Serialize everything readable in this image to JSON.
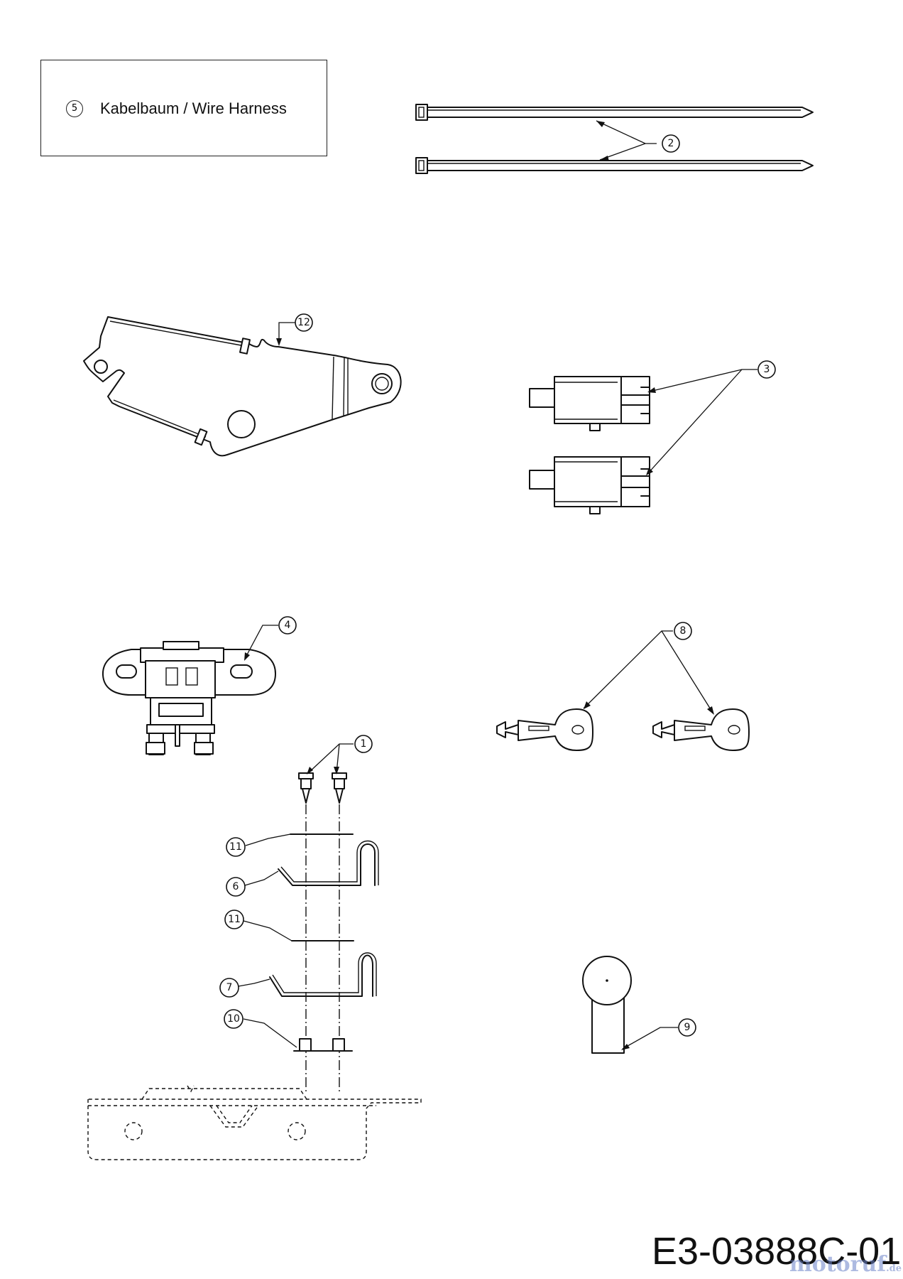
{
  "legend": {
    "number": "5",
    "text": "Kabelbaum / Wire Harness"
  },
  "callouts": {
    "c1": "1",
    "c2": "2",
    "c3": "3",
    "c4": "4",
    "c6": "6",
    "c7": "7",
    "c8": "8",
    "c9": "9",
    "c10": "10",
    "c11a": "11",
    "c11b": "11",
    "c12": "12"
  },
  "drawing_number": "E3-03888C-01",
  "watermark": {
    "brand": "motoruf",
    "tld": ".de"
  }
}
